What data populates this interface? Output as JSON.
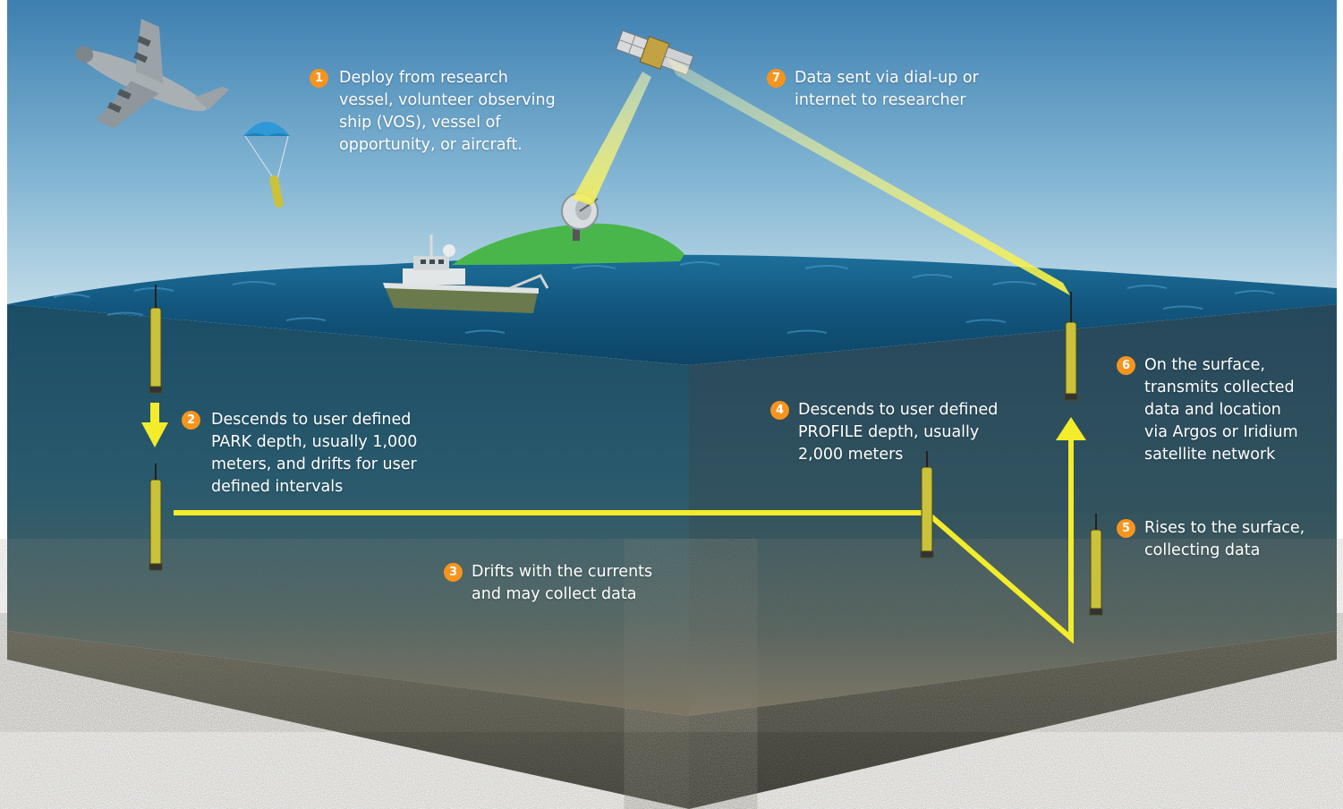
{
  "colors": {
    "sky_top": "#3d7fb0",
    "sky_bottom": "#b8d7e6",
    "water_front": "#1f5670",
    "water_side": "#2c5466",
    "sediment": "#7a6f5a",
    "base_dark": "#3a3b33",
    "path_yellow": "#f2ec2b",
    "badge_orange": "#f7941d",
    "island_green": "#49b64b",
    "float_yellow": "#c9c23a"
  },
  "icons": [
    "airplane-icon",
    "parachute-icon",
    "satellite-icon",
    "satellite-dish-icon",
    "research-vessel-icon",
    "argo-float-icon",
    "down-arrow-icon",
    "up-arrow-icon"
  ],
  "steps": [
    {
      "num": "1",
      "lines": [
        "Deploy from research",
        "vessel, volunteer observing",
        "ship (VOS), vessel of",
        "opportunity, or aircraft."
      ]
    },
    {
      "num": "2",
      "lines": [
        "Descends to user defined",
        "PARK depth, usually 1,000",
        "meters, and drifts for user",
        "defined intervals"
      ]
    },
    {
      "num": "3",
      "lines": [
        "Drifts with the currents",
        "and may collect data"
      ]
    },
    {
      "num": "4",
      "lines": [
        "Descends to user defined",
        "PROFILE depth, usually",
        "2,000 meters"
      ]
    },
    {
      "num": "5",
      "lines": [
        "Rises to the surface,",
        "collecting data"
      ]
    },
    {
      "num": "6",
      "lines": [
        "On the surface,",
        "transmits collected",
        "data and location",
        "via Argos or Iridium",
        "satellite network"
      ]
    },
    {
      "num": "7",
      "lines": [
        "Data sent via dial-up or",
        "internet to researcher"
      ]
    }
  ]
}
